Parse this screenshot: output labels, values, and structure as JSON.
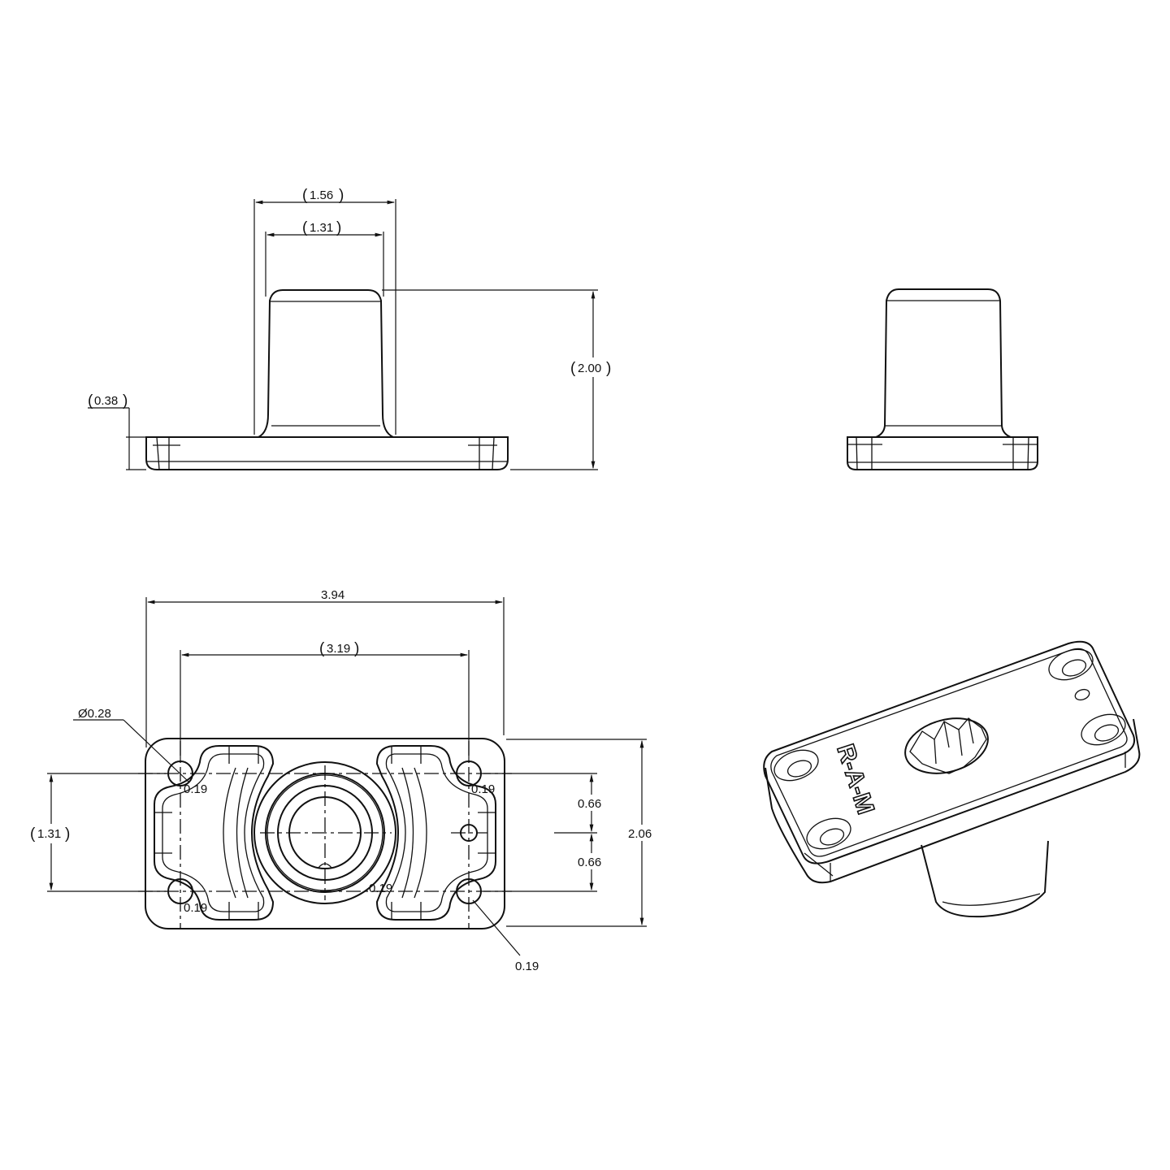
{
  "drawing": {
    "views": {
      "front": {
        "label": "front-elevation"
      },
      "side": {
        "label": "side-elevation"
      },
      "top": {
        "label": "plan-view"
      },
      "iso": {
        "label": "isometric-view",
        "logo": "R-A-M"
      }
    },
    "dimensions": {
      "front_outer_width": "1.56",
      "front_inner_width": "1.31",
      "front_height": "2.00",
      "front_base_thickness": "0.38",
      "plan_overall_width": "3.94",
      "plan_hole_spacing": "3.19",
      "plan_hole_diameter": "Ø0.28",
      "plan_hole_vertical_spacing": "1.31",
      "plan_upper_offset": "0.66",
      "plan_lower_offset": "0.66",
      "plan_overall_height": "2.06",
      "plan_fillet_tl": "0.19",
      "plan_fillet_tr": "0.19",
      "plan_fillet_bl": "0.19",
      "plan_fillet_center": "0.19",
      "plan_fillet_br": "0.19"
    },
    "units": "inches",
    "colors": {
      "line": "#111111",
      "background": "#ffffff"
    }
  }
}
